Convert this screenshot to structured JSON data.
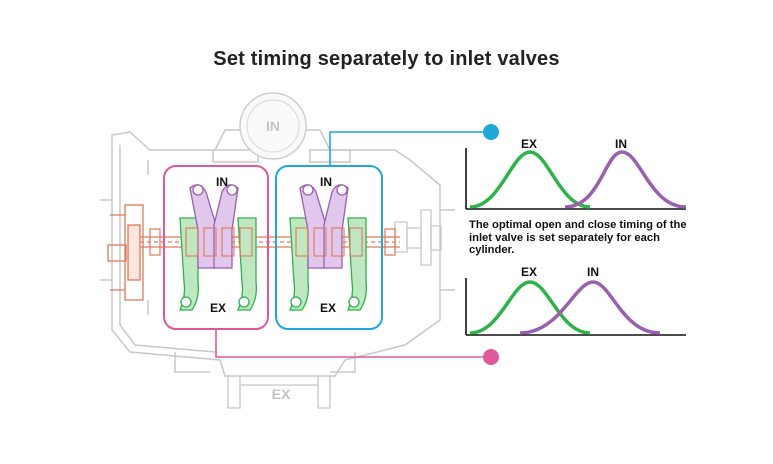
{
  "title": "Set timing separately to inlet valves",
  "engine": {
    "top_port_label": "IN",
    "bottom_port_label": "EX",
    "left_cylinder": {
      "in_label": "IN",
      "ex_label": "EX"
    },
    "right_cylinder": {
      "in_label": "IN",
      "ex_label": "EX"
    }
  },
  "graphs": {
    "top": {
      "ex_label": "EX",
      "in_label": "IN"
    },
    "bottom": {
      "ex_label": "EX",
      "in_label": "IN"
    },
    "note": "The optimal open and close timing of the inlet valve is set separately for each cylinder."
  },
  "colors": {
    "ex_curve": "#2db34a",
    "in_curve": "#9a5fb0",
    "left_frame": "#e0589a",
    "right_frame": "#1ea8dc",
    "engine_outline": "#c8c8c8",
    "cam_shaft": "#e0785a"
  }
}
